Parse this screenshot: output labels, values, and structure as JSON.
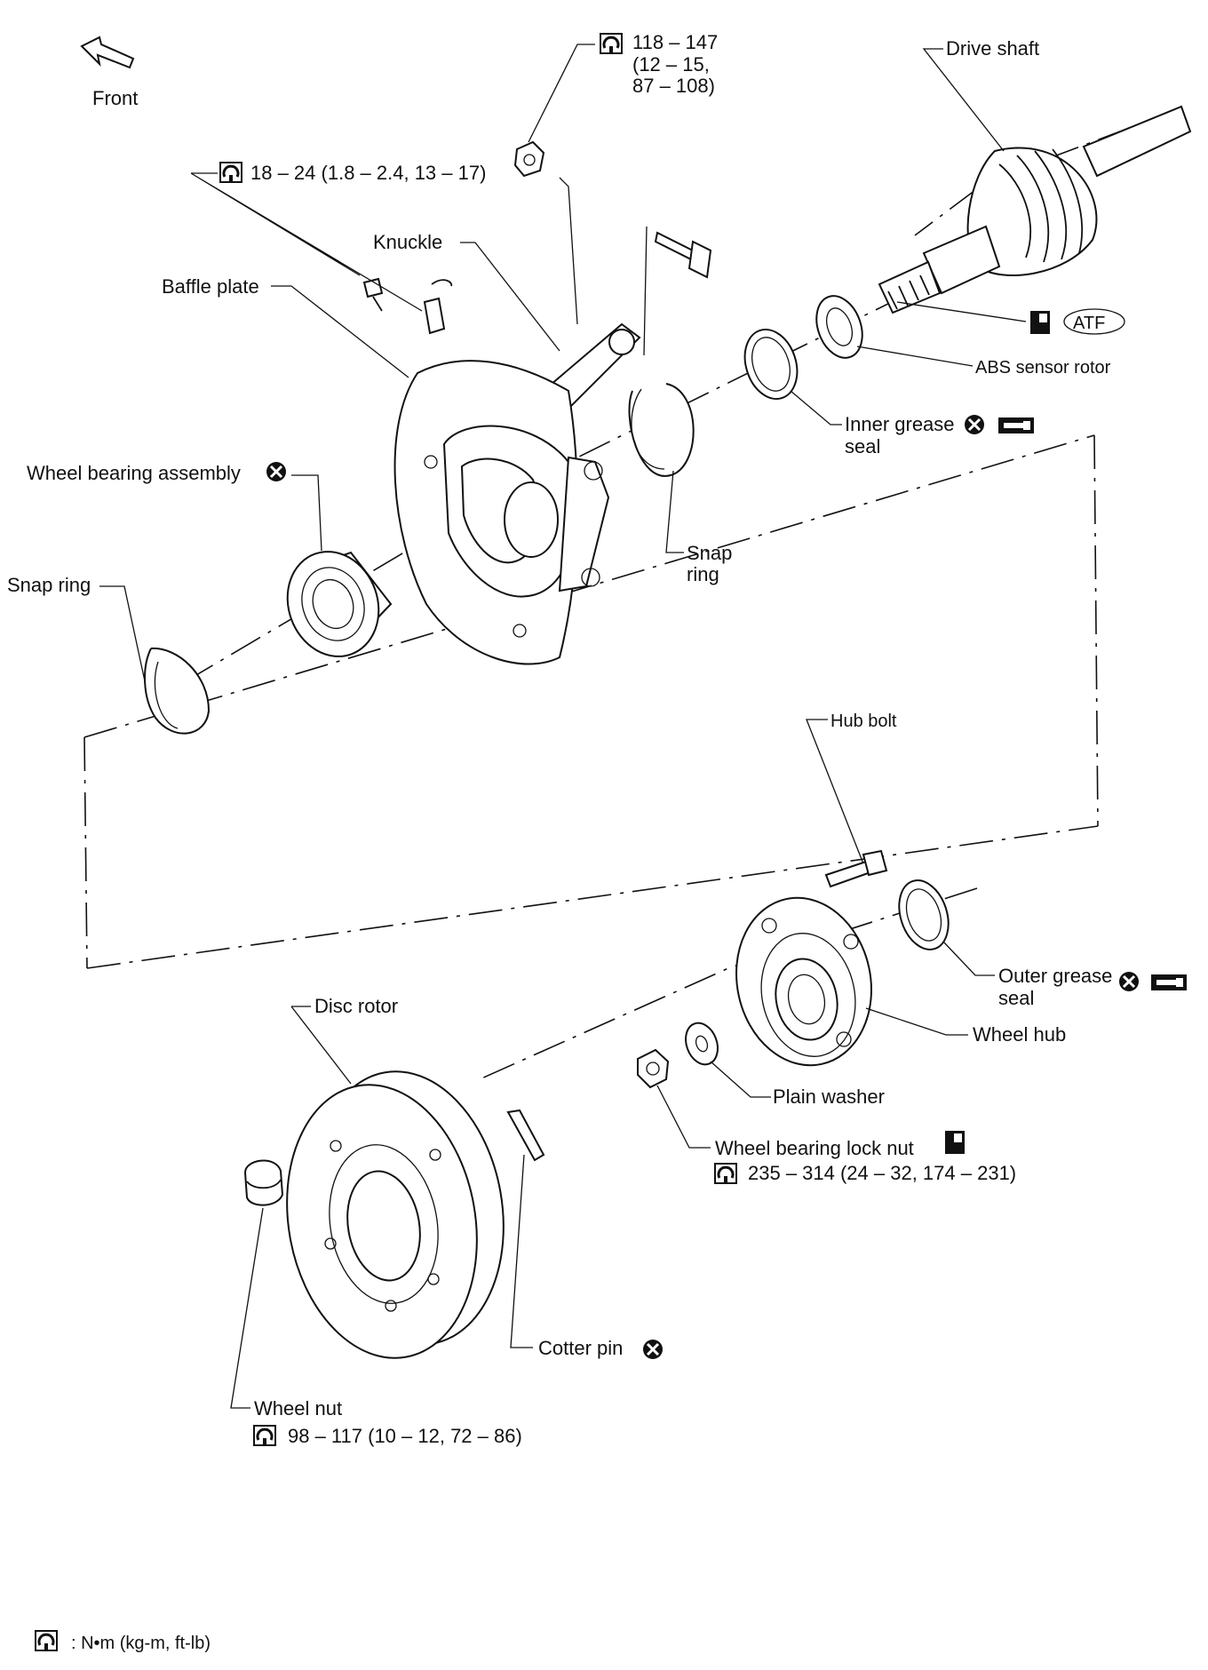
{
  "front": "Front",
  "labels": {
    "torque_top": "118 – 147",
    "torque_top_2": "(12 – 15,",
    "torque_top_3": "87 – 108)",
    "drive_shaft": "Drive shaft",
    "torque_bolt": "18 – 24 (1.8 – 2.4, 13 – 17)",
    "knuckle": "Knuckle",
    "baffle_plate": "Baffle plate",
    "atf": "ATF",
    "abs_rotor": "ABS sensor rotor",
    "inner_seal_1": "Inner grease",
    "inner_seal_2": "seal",
    "wheel_bearing": "Wheel bearing assembly",
    "snap_ring_right_1": "Snap",
    "snap_ring_right_2": "ring",
    "snap_ring_left": "Snap ring",
    "hub_bolt": "Hub bolt",
    "outer_seal_1": "Outer grease",
    "outer_seal_2": "seal",
    "disc_rotor": "Disc rotor",
    "wheel_hub": "Wheel hub",
    "plain_washer": "Plain washer",
    "lock_nut": "Wheel bearing lock nut",
    "lock_nut_torque": "235 – 314 (24 – 32, 174 – 231)",
    "cotter_pin": "Cotter pin",
    "wheel_nut": "Wheel nut",
    "wheel_nut_torque": "98 – 117 (10 – 12, 72 – 86)"
  },
  "legend": ": N•m (kg-m, ft-lb)",
  "icons": [
    "torque-wrench-icon",
    "replace-x-icon",
    "grease-icon",
    "fluid-icon"
  ]
}
